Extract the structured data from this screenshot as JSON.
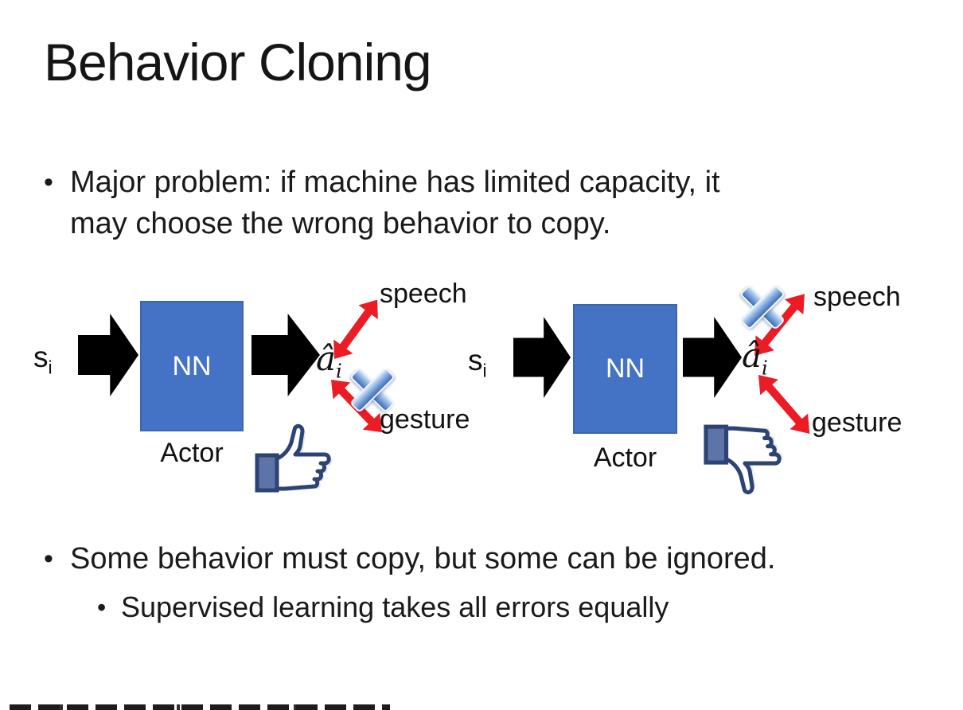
{
  "slide": {
    "title": "Behavior Cloning",
    "bullets": {
      "main1": {
        "marker": "•",
        "line1": "Major problem: if machine has limited capacity, it",
        "line2": "may choose the wrong behavior to copy."
      },
      "main2": {
        "marker": "•",
        "text": "Some behavior must copy, but some can be ignored."
      },
      "sub1": {
        "marker": "•",
        "text": "Supervised learning takes all errors equally"
      }
    }
  },
  "diagrams": {
    "left": {
      "input": {
        "base": "s",
        "sub": "i"
      },
      "nn_label": "NN",
      "caption": "Actor",
      "output": {
        "base": "â",
        "sub": "i"
      },
      "speech_label": "speech",
      "gesture_label": "gesture",
      "crossed_out": "gesture",
      "feedback_icon": "thumbs-up-icon"
    },
    "right": {
      "input": {
        "base": "s",
        "sub": "i"
      },
      "nn_label": "NN",
      "caption": "Actor",
      "output": {
        "base": "â",
        "sub": "i"
      },
      "speech_label": "speech",
      "gesture_label": "gesture",
      "crossed_out": "speech",
      "feedback_icon": "thumbs-down-icon"
    }
  },
  "colors": {
    "background": "#FFFFFF",
    "text": "#1A1A1A",
    "nn_box_fill": "#4472C4",
    "nn_box_border": "#3B67B0",
    "nn_text": "#FFFFFF",
    "black_arrow": "#000000",
    "red_arrow": "#EC1C24",
    "cross_blue": "#4E86CC",
    "thumb_outline": "#2D4373",
    "thumb_cuff": "#5C74A8"
  }
}
